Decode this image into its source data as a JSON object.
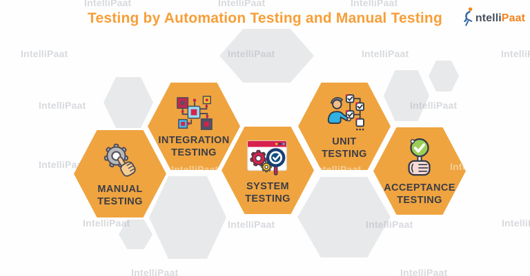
{
  "header": {
    "title": "Testing by Automation Testing and Manual Testing",
    "logo_dark": "ntelli",
    "logo_accent": "Paat"
  },
  "watermark": {
    "text": "IntelliPaat"
  },
  "hexagons": [
    {
      "id": "manual",
      "line1": "MANUAL",
      "line2": "TESTING",
      "icon": "gear-hand-icon"
    },
    {
      "id": "integration",
      "line1": "INTEGRATION",
      "line2": "TESTING",
      "icon": "network-nodes-icon"
    },
    {
      "id": "system",
      "line1": "SYSTEM",
      "line2": "TESTING",
      "icon": "browser-gears-magnifier-icon"
    },
    {
      "id": "unit",
      "line1": "UNIT",
      "line2": "TESTING",
      "icon": "person-checklist-icon"
    },
    {
      "id": "acceptance",
      "line1": "ACCEPTANCE",
      "line2": "TESTING",
      "icon": "hand-check-sign-icon"
    }
  ],
  "colors": {
    "title_orange": "#f89e37",
    "hexagon_orange": "#efa440",
    "hexagon_gray": "#e8e9eb",
    "label_dark": "#3b3c45",
    "logo_navy": "#46505c",
    "logo_orange": "#f5821f",
    "icon_crimson": "#d6224c",
    "icon_yellow": "#f5c331",
    "icon_blue": "#45b7e8",
    "icon_navy": "#183f70",
    "icon_green": "#9bce57"
  }
}
